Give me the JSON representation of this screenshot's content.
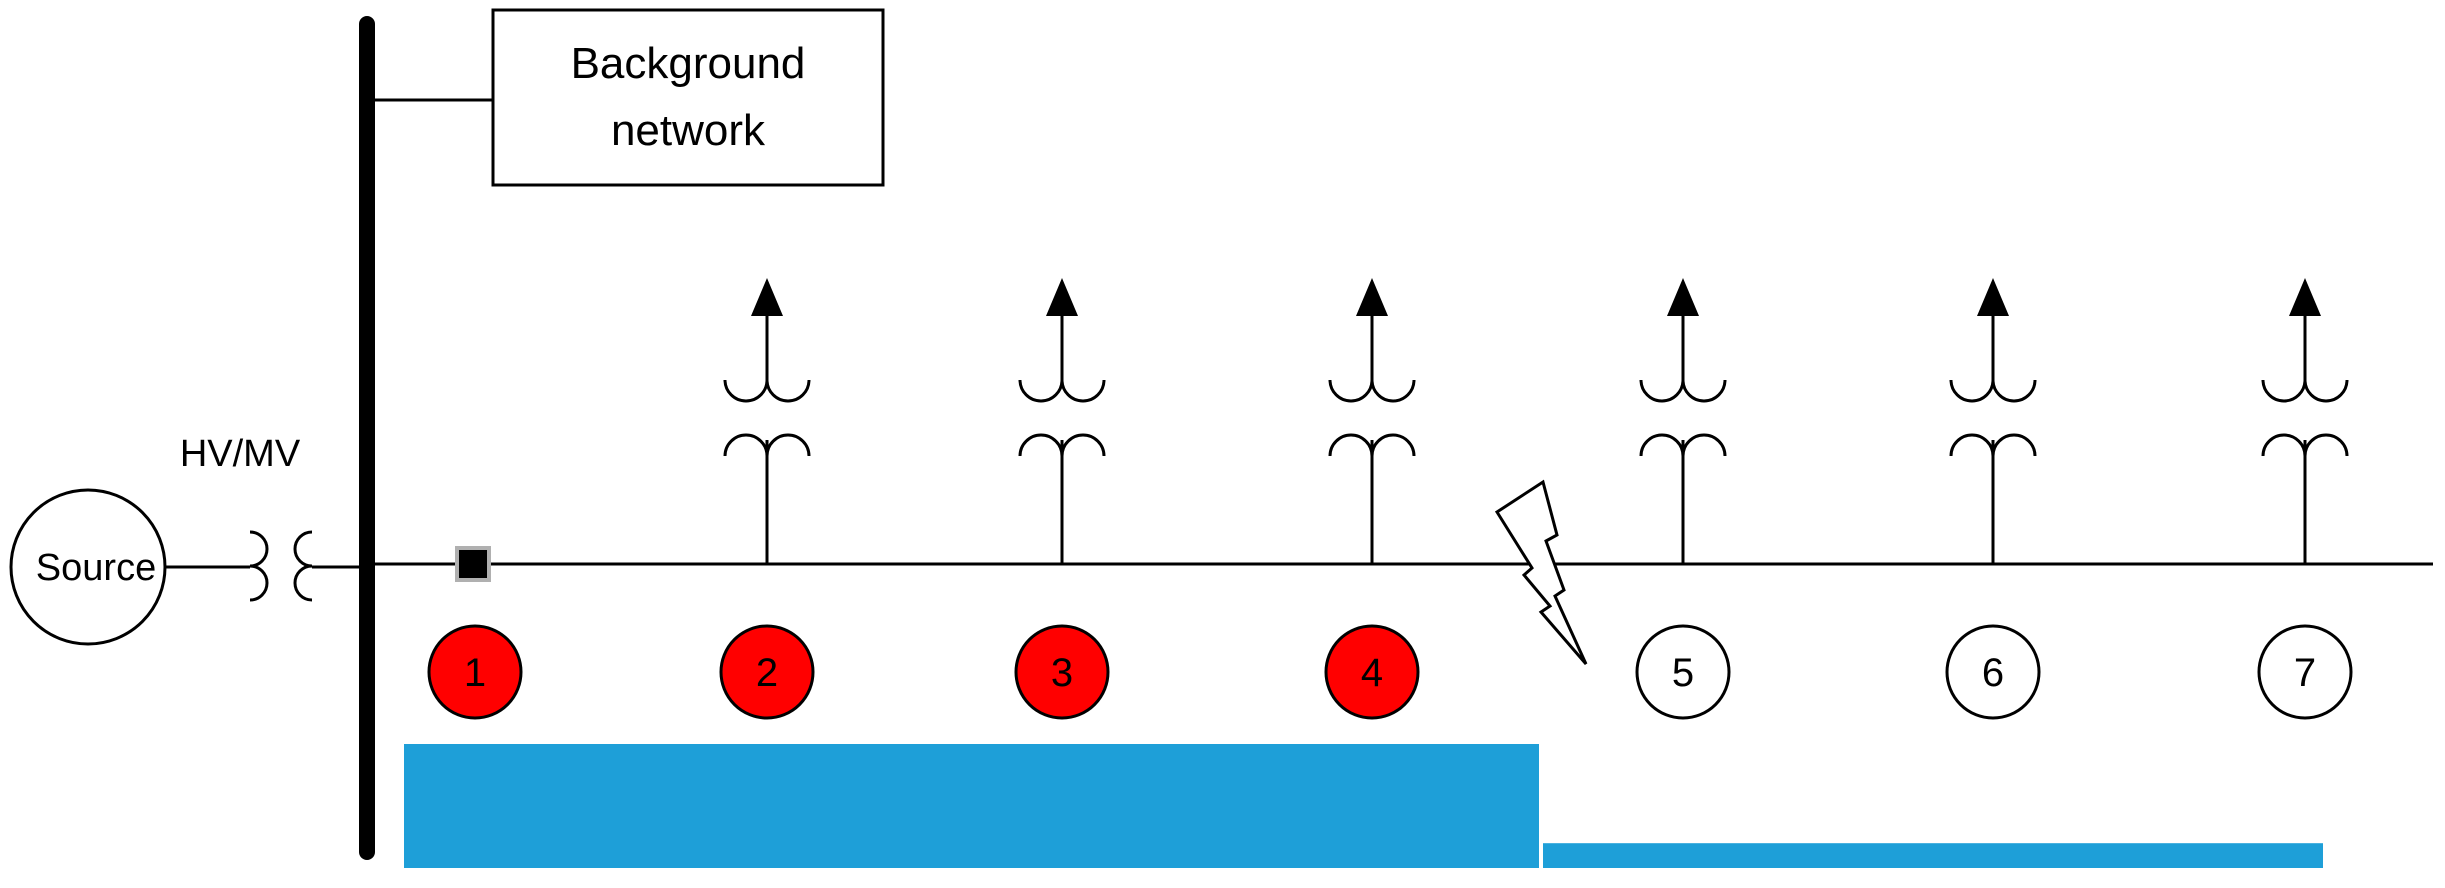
{
  "labels": {
    "source": "Source",
    "transformer": "HV/MV",
    "background_line1": "Background",
    "background_line2": "network"
  },
  "nodes": [
    {
      "label": "1",
      "faulted_side": true
    },
    {
      "label": "2",
      "faulted_side": true
    },
    {
      "label": "3",
      "faulted_side": true
    },
    {
      "label": "4",
      "faulted_side": true
    },
    {
      "label": "5",
      "faulted_side": false
    },
    {
      "label": "6",
      "faulted_side": false
    },
    {
      "label": "7",
      "faulted_side": false
    }
  ],
  "levels": {
    "upstream_of_fault": 1.0,
    "downstream_of_fault": 0.2
  },
  "colors": {
    "line": "#000000",
    "node_active": "#ff0000",
    "node_inactive": "#ffffff",
    "bar": "#1e9fd8",
    "breaker": "#000000",
    "breaker_border": "#b0b0b0"
  },
  "icons": {
    "fault": "lightning-icon",
    "breaker": "circuit-breaker-icon",
    "load": "load-arrow-icon"
  }
}
